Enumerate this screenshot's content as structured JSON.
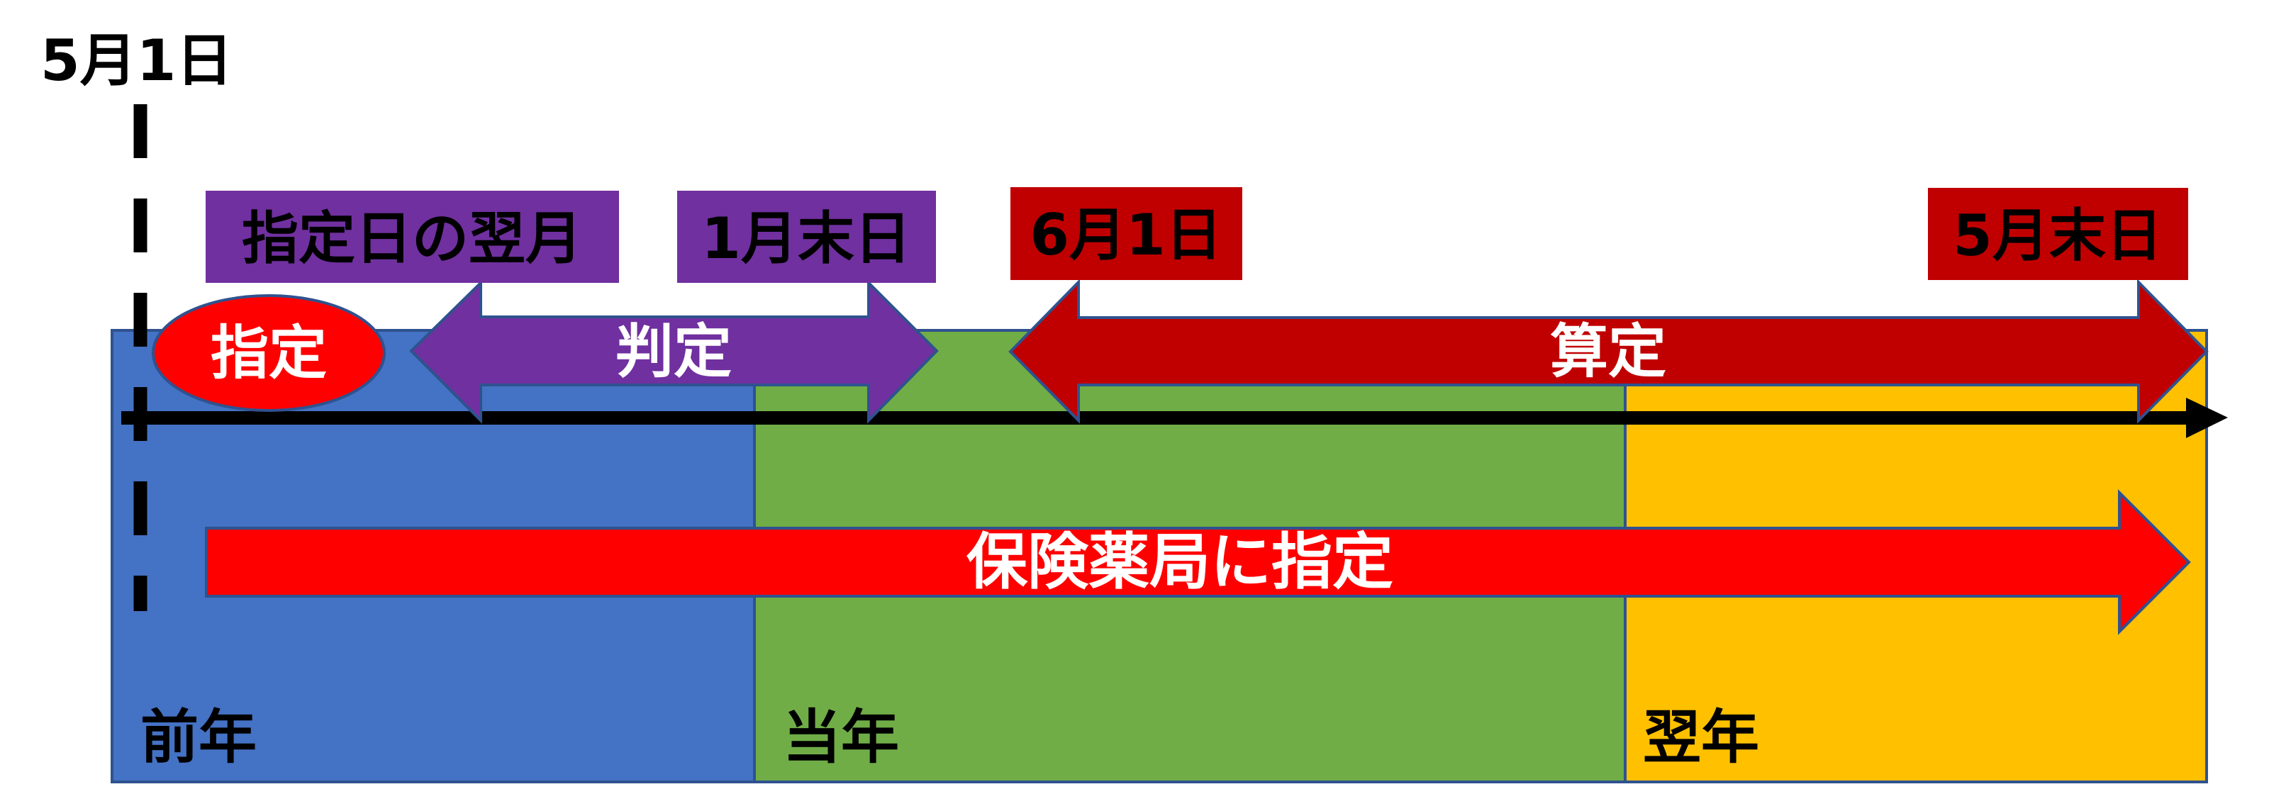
{
  "diagram": {
    "start_date_label": "5月1日",
    "colors": {
      "previous_year": "#4472C4",
      "current_year": "#70AD47",
      "next_year": "#FFC000",
      "judgment": "#7030A0",
      "calculation": "#C00000",
      "designation": "#FF0000",
      "outline": "#2F528F",
      "axis": "#000000"
    },
    "periods": [
      {
        "id": "previous-year",
        "label": "前年"
      },
      {
        "id": "current-year",
        "label": "当年"
      },
      {
        "id": "next-year",
        "label": "翌年"
      }
    ],
    "markers": {
      "judgment_start": "指定日の翌月",
      "judgment_end": "1月末日",
      "calculation_start": "6月1日",
      "calculation_end": "5月末日"
    },
    "designation_badge": "指定",
    "judgment_arrow_label": "判定",
    "calculation_arrow_label": "算定",
    "pharmacy_arrow_label": "保険薬局に指定"
  }
}
